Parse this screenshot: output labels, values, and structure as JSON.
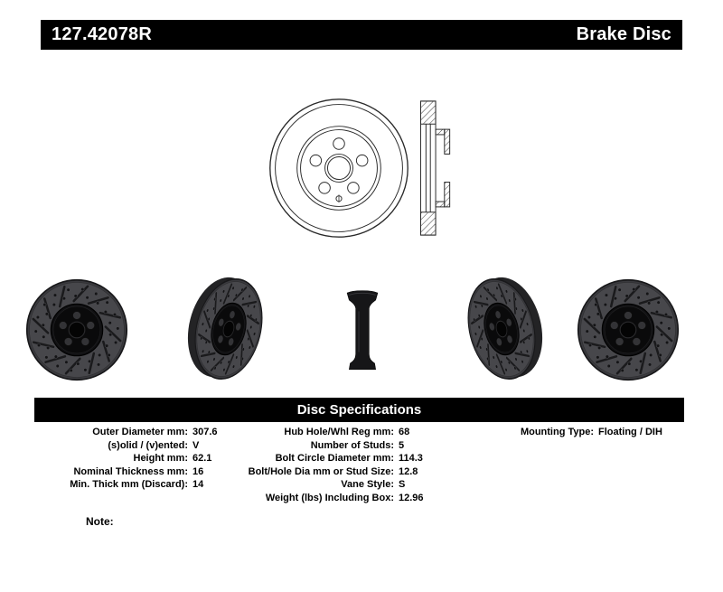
{
  "header": {
    "part_number": "127.42078R",
    "product_type": "Brake Disc"
  },
  "images": {
    "front_line_drawing": "brake-disc-front-view-line-drawing",
    "cross_section_drawing": "brake-disc-cross-section-drawing",
    "photos": [
      "rotor-front-photo",
      "rotor-angled-left-photo",
      "rotor-side-profile-photo",
      "rotor-angled-right-photo",
      "rotor-front-photo"
    ]
  },
  "specs": {
    "title": "Disc Specifications",
    "left": [
      {
        "label": "Outer Diameter mm:",
        "value": "307.6"
      },
      {
        "label": "(s)olid / (v)ented:",
        "value": "V"
      },
      {
        "label": "Height mm:",
        "value": "62.1"
      },
      {
        "label": "Nominal Thickness mm:",
        "value": "16"
      },
      {
        "label": "Min. Thick mm (Discard):",
        "value": "14"
      }
    ],
    "middle": [
      {
        "label": "Hub Hole/Whl Reg mm:",
        "value": "68"
      },
      {
        "label": "Number of Studs:",
        "value": "5"
      },
      {
        "label": "Bolt Circle Diameter mm:",
        "value": "114.3"
      },
      {
        "label": "Bolt/Hole Dia mm or Stud Size:",
        "value": "12.8"
      },
      {
        "label": "Vane Style:",
        "value": "S"
      },
      {
        "label": "Weight (lbs) Including Box:",
        "value": "12.96"
      }
    ],
    "right": [
      {
        "label": "Mounting Type:",
        "value": "Floating / DIH"
      }
    ]
  },
  "note_label": "Note:"
}
